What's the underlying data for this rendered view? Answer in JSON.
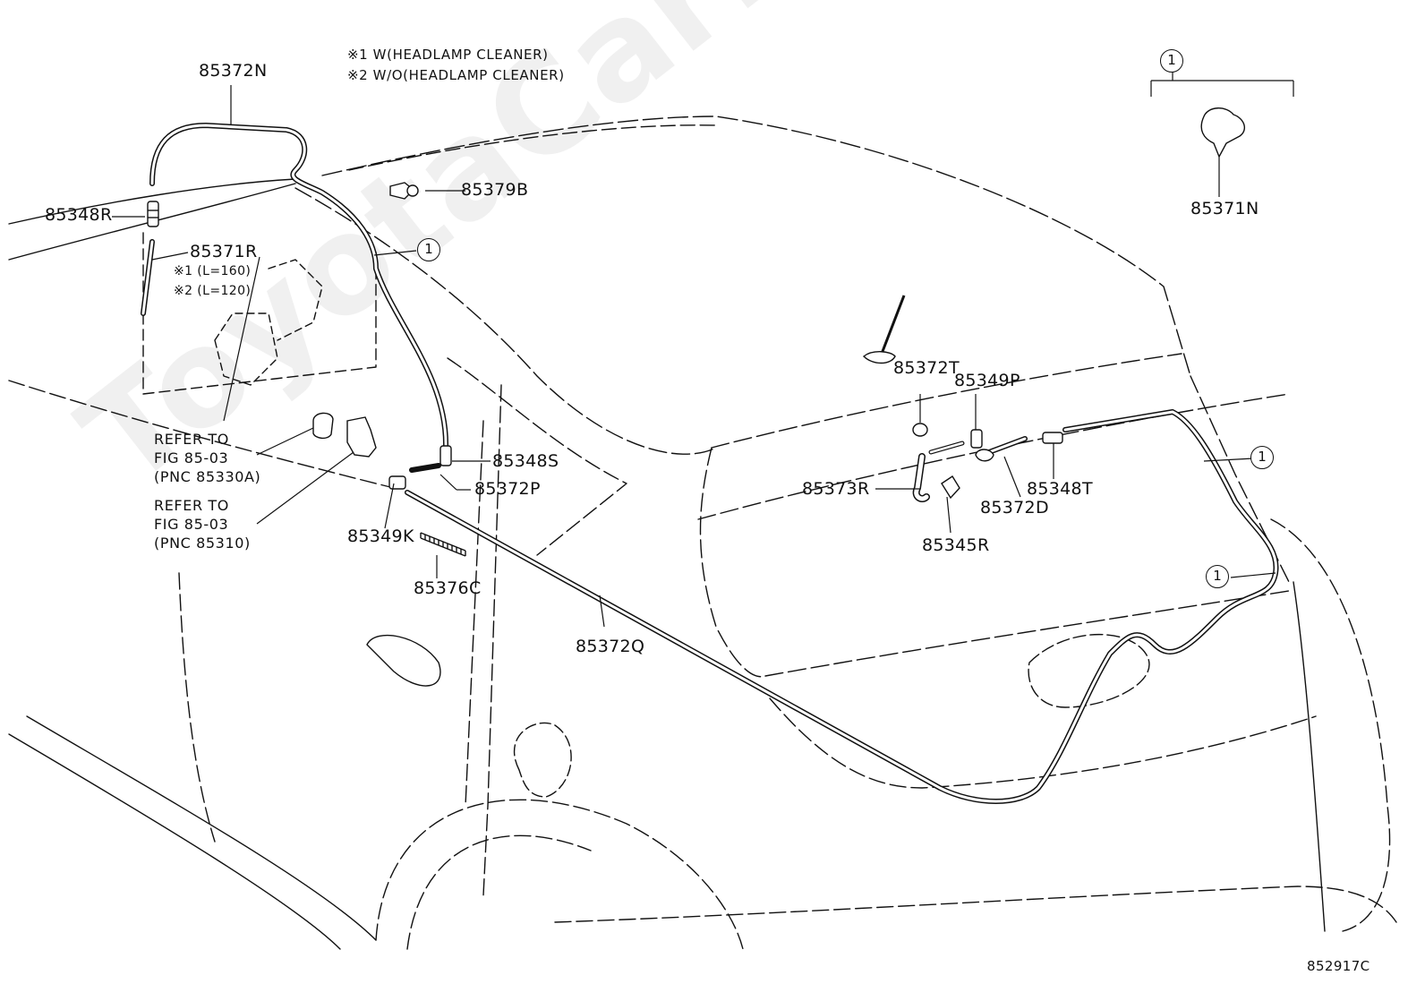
{
  "notes": {
    "note1": "※1 W(HEADLAMP CLEANER)",
    "note2": "※2 W/O(HEADLAMP CLEANER)"
  },
  "parts": {
    "p85372N": "85372N",
    "p85348R": "85348R",
    "p85371R": "85371R",
    "p85371R_l1": "※1 (L=160)",
    "p85371R_l2": "※2 (L=120)",
    "p85379B": "85379B",
    "p85348S": "85348S",
    "p85372P": "85372P",
    "p85349K": "85349K",
    "p85376C": "85376C",
    "p85372Q": "85372Q",
    "p85372T": "85372T",
    "p85349P": "85349P",
    "p85373R": "85373R",
    "p85372D": "85372D",
    "p85348T": "85348T",
    "p85345R": "85345R",
    "p85371N": "85371N"
  },
  "references": {
    "ref1": "REFER TO\nFIG 85-03\n(PNC 85330A)",
    "ref2": "REFER TO\nFIG 85-03\n(PNC 85310)"
  },
  "callout": "1",
  "diagram_code": "852917C",
  "watermark": "ToyotaCarMine.ru"
}
